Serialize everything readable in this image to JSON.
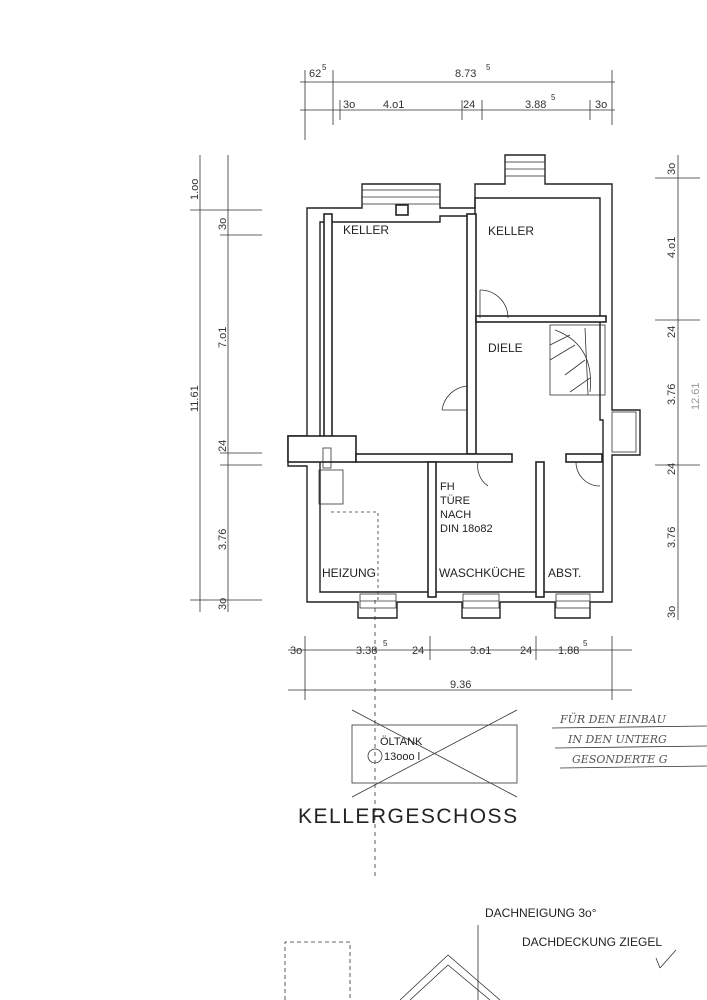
{
  "plan": {
    "title": "KELLERGESCHOSS",
    "rooms": {
      "keller_left": "KELLER",
      "keller_right": "KELLER",
      "diele": "DIELE",
      "heizung": "HEIZUNG",
      "waschkueche": "WASCHKÜCHE",
      "abst": "ABST."
    },
    "fire_door": [
      "FH",
      "TÜRE",
      "NACH",
      "DIN 18o82"
    ],
    "oil_tank": {
      "label": "ÖLTANK",
      "capacity": "13ooo l"
    },
    "handwritten_note": [
      "FÜR DEN EINBAU",
      "IN DEN UNTERG",
      "GESONDERTE G"
    ],
    "roof": {
      "pitch": "DACHNEIGUNG 3o°",
      "covering": "DACHDECKUNG ZIEGEL"
    }
  },
  "dimensions": {
    "top_overall": "8.73",
    "top_overall_sup": "5",
    "top_left_offset": "62",
    "top_left_offset_sup": "5",
    "top_segments": [
      "3o",
      "4.o1",
      "24",
      "3.88",
      "3o"
    ],
    "top_segment_sup": "5",
    "bottom_segments": [
      "3o",
      "3.38",
      "24",
      "3.o1",
      "24",
      "1.88"
    ],
    "bottom_sup": "5",
    "bottom_overall": "9.36",
    "left_overall": "11.61",
    "left_segments": [
      "1.oo",
      "3o",
      "7.o1",
      "24",
      "3.76",
      "3o"
    ],
    "right_segments": [
      "3o",
      "4.o1",
      "24",
      "3.76",
      "24",
      "3.76",
      "3o"
    ],
    "right_overall_partial": "12.61"
  }
}
